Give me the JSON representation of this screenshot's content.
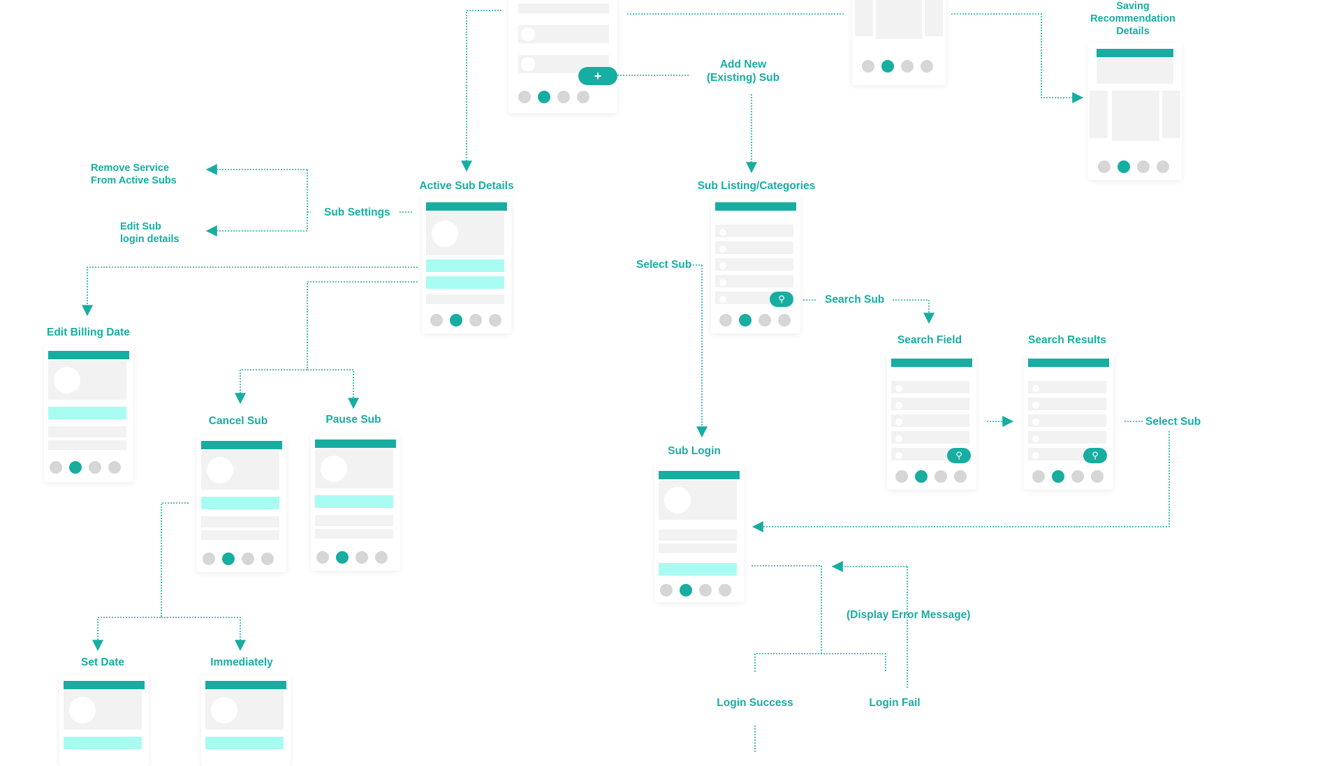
{
  "nodes": {
    "add_new_sub": "Add New\n(Existing) Sub",
    "saving_recommendation": "Saving\nRecommendation\nDetails",
    "active_sub_details": "Active Sub Details",
    "sub_listing": "Sub Listing/Categories",
    "remove_service": "Remove Service\nFrom Active Subs",
    "edit_sub_login": "Edit Sub\nlogin details",
    "sub_settings": "Sub Settings",
    "edit_billing_date": "Edit Billing Date",
    "select_sub_1": "Select Sub",
    "search_sub": "Search Sub",
    "search_field": "Search Field",
    "search_results": "Search Results",
    "select_sub_2": "Select Sub",
    "cancel_sub": "Cancel Sub",
    "pause_sub": "Pause Sub",
    "sub_login": "Sub Login",
    "display_error": "(Display Error Message)",
    "set_date": "Set Date",
    "immediately": "Immediately",
    "login_success": "Login Success",
    "login_fail": "Login Fail"
  },
  "buttons": {
    "add": "+",
    "search": "⚲"
  },
  "colors": {
    "accent": "#17ada1",
    "accent_light": "#a8fbf0",
    "placeholder": "#f2f2f2",
    "dot_inactive": "#d6d6d6"
  },
  "icons": {
    "connector_arrow": "arrowhead-icon",
    "search": "search-key-icon",
    "add": "plus-icon"
  }
}
